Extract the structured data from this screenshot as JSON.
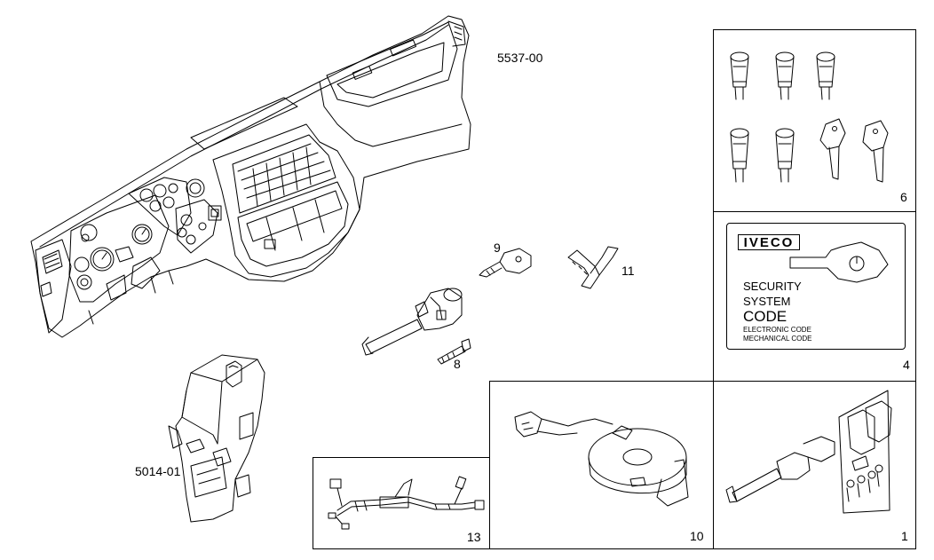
{
  "labels": {
    "dashboard": "5537-00",
    "module": "5014-01",
    "key_blank": "9",
    "cable_tie": "11",
    "screw": "8",
    "locks_keys": "6",
    "code_card": "4",
    "wiring": "13",
    "clock_spring": "10",
    "lock_set": "1"
  },
  "code_card": {
    "brand": "IVECO",
    "line1": "SECURITY",
    "line2": "SYSTEM",
    "line3": "CODE",
    "line4": "ELECTRONIC CODE",
    "line5": "MECHANICAL CODE"
  }
}
